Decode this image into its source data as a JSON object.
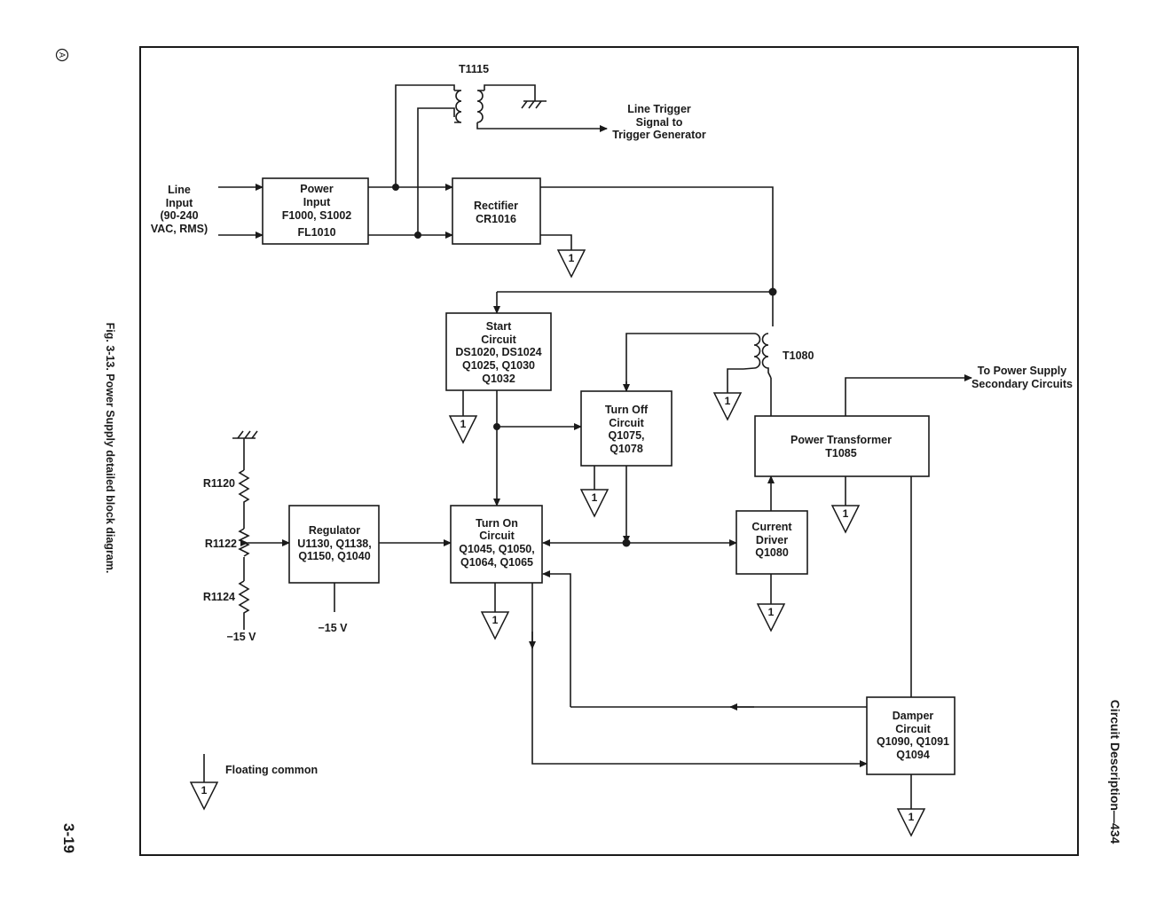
{
  "page": {
    "revision_mark": "A",
    "page_number": "3-19",
    "section_title": "Circuit Description—434",
    "figure_caption": "Fig. 3-13. Power Supply detailed block diagram."
  },
  "blocks": {
    "power_input": [
      "Power",
      "Input",
      "F1000, S1002",
      "FL1010"
    ],
    "rectifier": [
      "Rectifier",
      "CR1016"
    ],
    "start_circuit": [
      "Start",
      "Circuit",
      "DS1020, DS1024",
      "Q1025, Q1030",
      "Q1032"
    ],
    "turn_off": [
      "Turn Off",
      "Circuit",
      "Q1075,",
      "Q1078"
    ],
    "power_transformer": [
      "Power Transformer",
      "T1085"
    ],
    "regulator": [
      "Regulator",
      "U1130, Q1138,",
      "Q1150, Q1040"
    ],
    "turn_on": [
      "Turn On",
      "Circuit",
      "Q1045, Q1050,",
      "Q1064, Q1065"
    ],
    "current_driver": [
      "Current",
      "Driver",
      "Q1080"
    ],
    "damper": [
      "Damper",
      "Circuit",
      "Q1090, Q1091",
      "Q1094"
    ]
  },
  "labels": {
    "line_input": [
      "Line",
      "Input",
      "(90-240",
      "VAC, RMS)"
    ],
    "t1115": "T1115",
    "line_trigger": [
      "Line Trigger",
      "Signal to",
      "Trigger Generator"
    ],
    "t1080": "T1080",
    "to_power_supply": [
      "To Power Supply",
      "Secondary Circuits"
    ],
    "r1120": "R1120",
    "r1122": "R1122",
    "r1124": "R1124",
    "neg15_left": "−15 V",
    "neg15_reg": "−15 V",
    "floating_common": "Floating common",
    "ground_number": "1"
  }
}
